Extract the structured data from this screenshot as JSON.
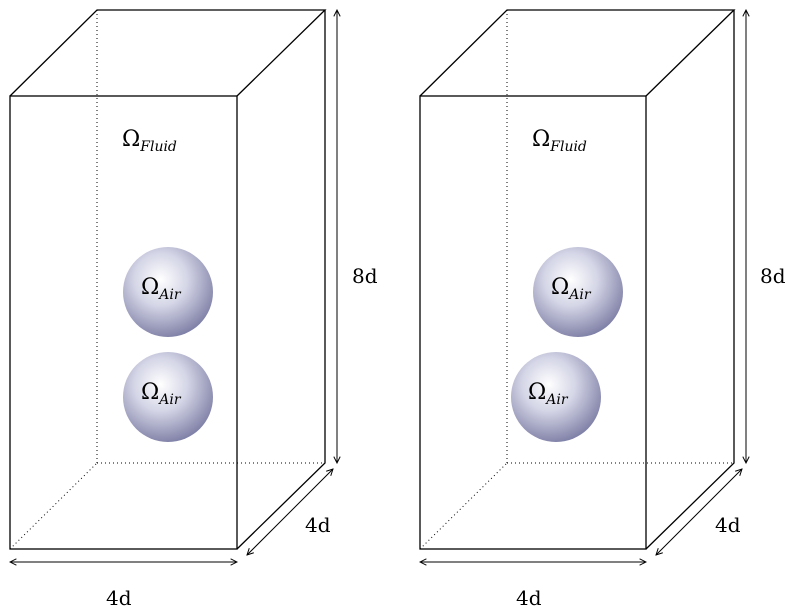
{
  "diagram": {
    "panels": [
      {
        "fluid": {
          "symbol": "Ω",
          "sub": "Fluid"
        },
        "bubbles": [
          {
            "symbol": "Ω",
            "sub": "Air"
          },
          {
            "symbol": "Ω",
            "sub": "Air"
          }
        ],
        "dims": {
          "height": "8d",
          "depth": "4d",
          "width": "4d"
        }
      },
      {
        "fluid": {
          "symbol": "Ω",
          "sub": "Fluid"
        },
        "bubbles": [
          {
            "symbol": "Ω",
            "sub": "Air"
          },
          {
            "symbol": "Ω",
            "sub": "Air"
          }
        ],
        "dims": {
          "height": "8d",
          "depth": "4d",
          "width": "4d"
        }
      }
    ],
    "colors": {
      "edge": "#000000",
      "bubble_light": "#ffffff",
      "bubble_dark": "#7f80a6"
    }
  }
}
